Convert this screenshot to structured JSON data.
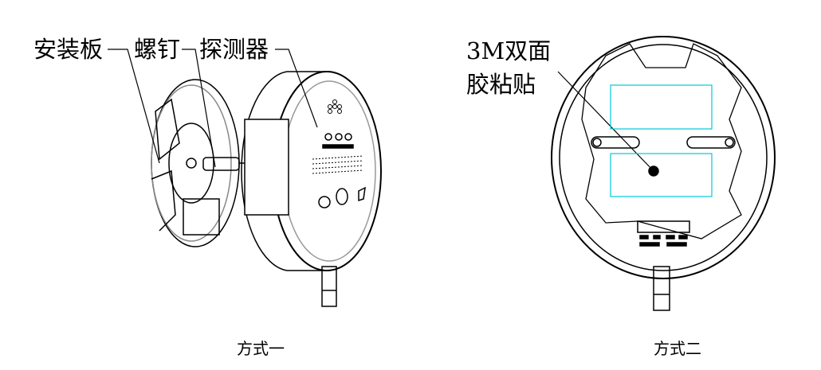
{
  "labels": {
    "mounting_plate": "安装板",
    "screw": "螺钉",
    "detector": "探测器",
    "tape_line1": "3M双面",
    "tape_line2": "胶粘贴"
  },
  "captions": {
    "method_one": "方式一",
    "method_two": "方式二"
  },
  "colors": {
    "line": "#000000",
    "tape_area": "#00c8d8"
  }
}
